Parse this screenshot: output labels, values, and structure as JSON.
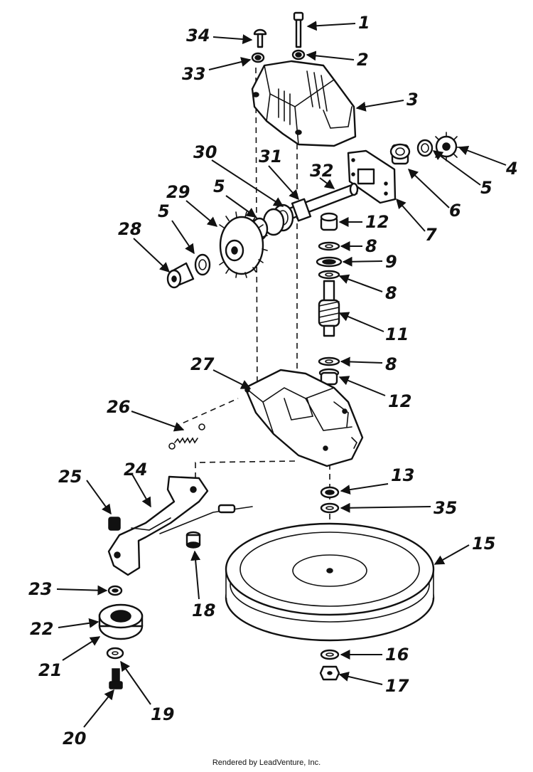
{
  "diagram": {
    "callouts": [
      "1",
      "2",
      "3",
      "4",
      "5",
      "6",
      "7",
      "28",
      "5",
      "29",
      "5",
      "30",
      "31",
      "32",
      "12",
      "8",
      "9",
      "8",
      "11",
      "8",
      "12",
      "27",
      "26",
      "25",
      "24",
      "13",
      "35",
      "15",
      "23",
      "18",
      "22",
      "21",
      "16",
      "17",
      "19",
      "20",
      "34",
      "33"
    ]
  },
  "footer": {
    "text": "Rendered by LeadVenture, Inc."
  }
}
